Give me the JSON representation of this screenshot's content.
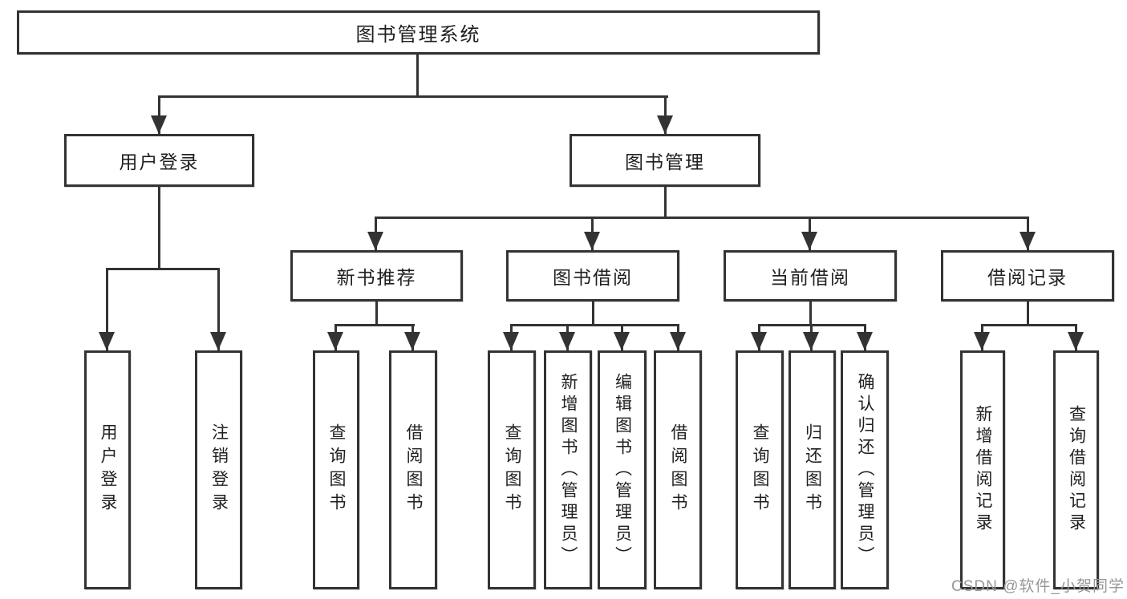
{
  "diagram": {
    "root": {
      "label": "图书管理系统"
    },
    "children": [
      {
        "label": "用户登录",
        "children": [
          {
            "label": "用户登录"
          },
          {
            "label": "注销登录"
          }
        ]
      },
      {
        "label": "图书管理",
        "children": [
          {
            "label": "新书推荐",
            "children": [
              {
                "label": "查询图书"
              },
              {
                "label": "借阅图书"
              }
            ]
          },
          {
            "label": "图书借阅",
            "children": [
              {
                "label": "查询图书"
              },
              {
                "label": "新增图书（管理员）"
              },
              {
                "label": "编辑图书（管理员）"
              },
              {
                "label": "借阅图书"
              }
            ]
          },
          {
            "label": "当前借阅",
            "children": [
              {
                "label": "查询图书"
              },
              {
                "label": "归还图书"
              },
              {
                "label": "确认归还（管理员）"
              }
            ]
          },
          {
            "label": "借阅记录",
            "children": [
              {
                "label": "新增借阅记录"
              },
              {
                "label": "查询借阅记录"
              }
            ]
          }
        ]
      }
    ]
  },
  "watermark": {
    "text": "CSDN @软件_小贺同学"
  },
  "colors": {
    "line": "#333333",
    "text": "#1f1f1f",
    "watermark": "#979797",
    "background": "#ffffff"
  }
}
